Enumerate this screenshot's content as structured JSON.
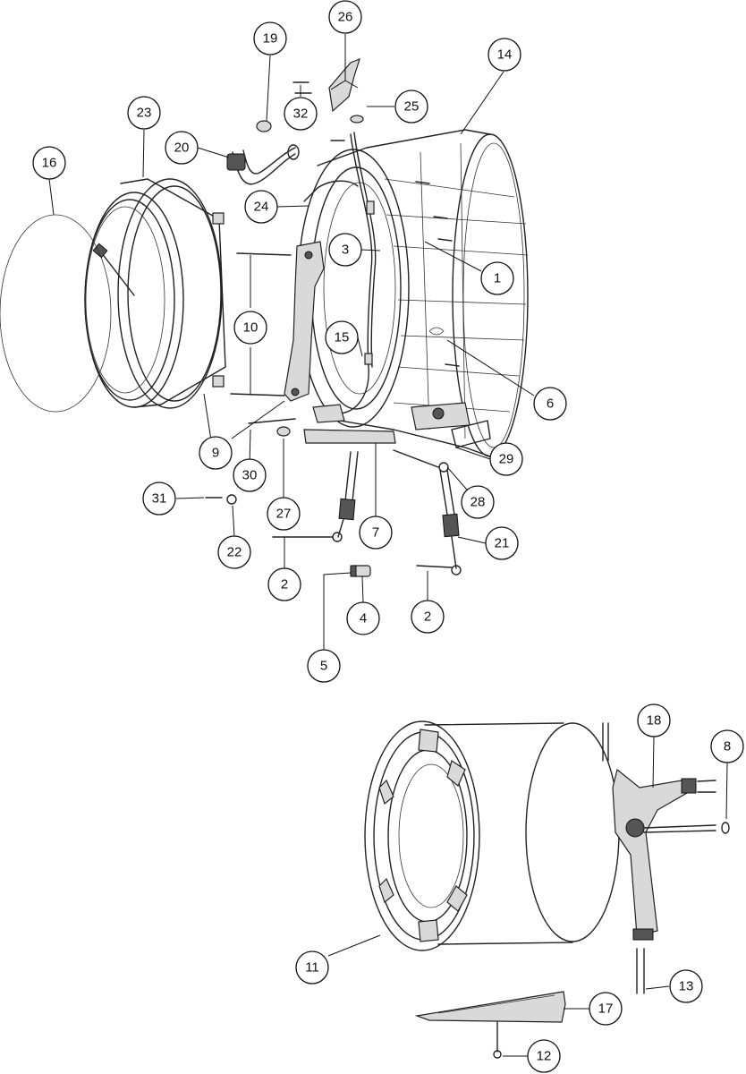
{
  "callouts": [
    {
      "label": "26"
    },
    {
      "label": "19"
    },
    {
      "label": "14"
    },
    {
      "label": "32"
    },
    {
      "label": "25"
    },
    {
      "label": "23"
    },
    {
      "label": "20"
    },
    {
      "label": "16"
    },
    {
      "label": "24"
    },
    {
      "label": "3"
    },
    {
      "label": "1"
    },
    {
      "label": "10"
    },
    {
      "label": "15"
    },
    {
      "label": "6"
    },
    {
      "label": "9"
    },
    {
      "label": "29"
    },
    {
      "label": "30"
    },
    {
      "label": "28"
    },
    {
      "label": "31"
    },
    {
      "label": "27"
    },
    {
      "label": "7"
    },
    {
      "label": "21"
    },
    {
      "label": "22"
    },
    {
      "label": "2"
    },
    {
      "label": "2"
    },
    {
      "label": "4"
    },
    {
      "label": "5"
    },
    {
      "label": "18"
    },
    {
      "label": "8"
    },
    {
      "label": "11"
    },
    {
      "label": "13"
    },
    {
      "label": "17"
    },
    {
      "label": "12"
    }
  ]
}
